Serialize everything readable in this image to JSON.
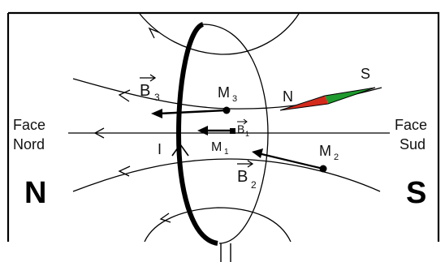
{
  "labels": {
    "face_nord_line1": "Face",
    "face_nord_line2": "Nord",
    "face_sud_line1": "Face",
    "face_sud_line2": "Sud",
    "pole_north": "N",
    "pole_south": "S",
    "current": "I",
    "b1": "B",
    "b1_sub": "1",
    "b2": "B",
    "b2_sub": "2",
    "b3": "B",
    "b3_sub": "3",
    "m1": "M",
    "m1_sub": "1",
    "m2": "M",
    "m2_sub": "2",
    "m3": "M",
    "m3_sub": "3",
    "needle_north": "N",
    "needle_south": "S"
  },
  "colors": {
    "needle_north": "#d42a1c",
    "needle_south": "#1f9a2e",
    "line": "#000000",
    "background": "#ffffff"
  }
}
